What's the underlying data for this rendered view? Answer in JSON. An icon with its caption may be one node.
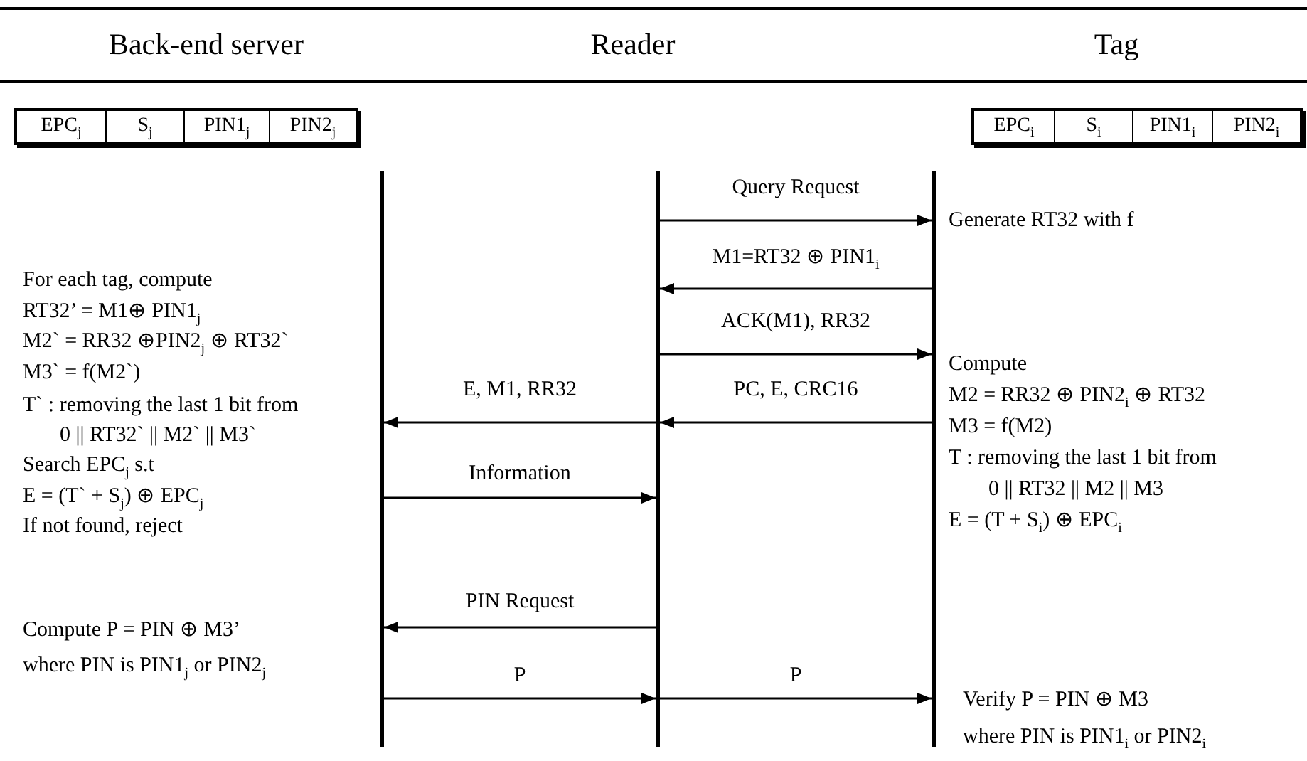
{
  "diagram": {
    "nodes": [
      {
        "text": [],
        "shape": "bar"
      },
      {
        "text": [],
        "shape": "bar"
      },
      {
        "text": [],
        "shape": "bar"
      }
    ],
    "edges": [
      {
        "from": 1,
        "to": 2,
        "arrow": "to",
        "label": "Query Request"
      },
      {
        "from": 2,
        "to": 1,
        "arrow": "to",
        "label": "M1=RT32 ⊕ PIN1$_{i}$"
      },
      {
        "from": 1,
        "to": 2,
        "arrow": "to",
        "label": "ACK(M1), RR32"
      },
      {
        "from": 2,
        "to": 1,
        "arrow": "to",
        "label": "PC, E, CRC16"
      },
      {
        "from": 1,
        "to": 0,
        "arrow": "to",
        "label": "E, M1, RR32"
      },
      {
        "from": 0,
        "to": 1,
        "arrow": "to",
        "label": "Information"
      },
      {
        "from": 1,
        "to": 0,
        "arrow": "to",
        "label": "PIN Request"
      },
      {
        "from": 0,
        "to": 1,
        "arrow": "to",
        "label": "P"
      },
      {
        "from": 1,
        "to": 2,
        "arrow": "to",
        "label": "P"
      }
    ],
    "labels": [
      "Back-end server",
      "Reader",
      "Tag",
      "EPC$_{j}$",
      "S$_{j}$",
      "PIN1$_{j}$",
      "PIN2$_{j}$",
      "EPC$_{i}$",
      "S$_{i}$",
      "PIN1$_{i}$",
      "PIN2$_{i}$",
      "Generate RT32 with f",
      "For each tag, compute",
      "RT32’ = M1⊕ PIN1$_{j}$",
      "M2` = RR32 ⊕PIN2$_{j}$ ⊕ RT32`",
      "M3` = f(M2`)",
      "T` : removing the last 1 bit from",
      "0 || RT32` || M2` || M3`",
      "Search EPC$_{j}$ s.t",
      "E = (T` + S$_{j}$) ⊕ EPC$_{j}$",
      "If not found, reject",
      "Compute",
      "M2 = RR32 ⊕ PIN2$_{i}$ ⊕ RT32",
      "M3 = f(M2)",
      "T : removing the last 1 bit from",
      "0 || RT32 || M2 || M3",
      "E = (T + S$_{i}$) ⊕ EPC$_{i}$",
      "Compute P = PIN ⊕ M3’",
      "where PIN is PIN1$_{j}$ or PIN2$_{j}$",
      "Verify P = PIN ⊕ M3",
      "where PIN is PIN1$_{i}$ or PIN2$_{i}$"
    ]
  }
}
